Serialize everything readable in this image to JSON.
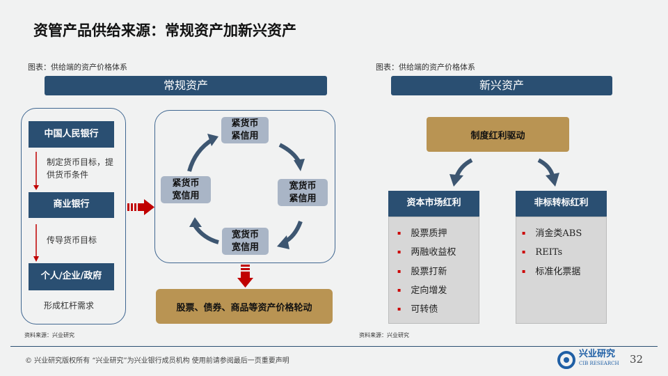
{
  "title": "资管产品供给来源：常规资产加新兴资产",
  "left": {
    "caption": "图表：供给端的资产价格体系",
    "header": "常规资产",
    "chain": [
      "中国人民银行",
      "商业银行",
      "个人/企业/政府"
    ],
    "notes": [
      "制定货币目标，提供货币条件",
      "传导货币目标",
      "形成杠杆需求"
    ],
    "cycle": {
      "top": "紧货币 紧信用",
      "right": "宽货币 紧信用",
      "bottom": "宽货币 宽信用",
      "left": "紧货币 宽信用"
    },
    "result": "股票、债券、商品等资产价格轮动",
    "source": "资料来源：兴业研究"
  },
  "right": {
    "caption": "图表：供给端的资产价格体系",
    "header": "新兴资产",
    "driver": "制度红利驱动",
    "columns": [
      {
        "title": "资本市场红利",
        "items": [
          "股票质押",
          "两融收益权",
          "股票打新",
          "定向增发",
          "可转债"
        ]
      },
      {
        "title": "非标转标红利",
        "items": [
          "消金类ABS",
          "REITs",
          "标准化票据"
        ]
      }
    ],
    "source": "资料来源：兴业研究"
  },
  "footer": {
    "copyright": "© 兴业研究版权所有  “兴业研究”为兴业银行成员机构  使用前请参阅最后一页重要声明",
    "logo_cn": "兴业研究",
    "logo_en": "CIB RESEARCH",
    "page": "32"
  },
  "colors": {
    "navy": "#2a4f72",
    "gold": "#b99453",
    "red": "#c00000",
    "node": "#a9b5c6"
  }
}
